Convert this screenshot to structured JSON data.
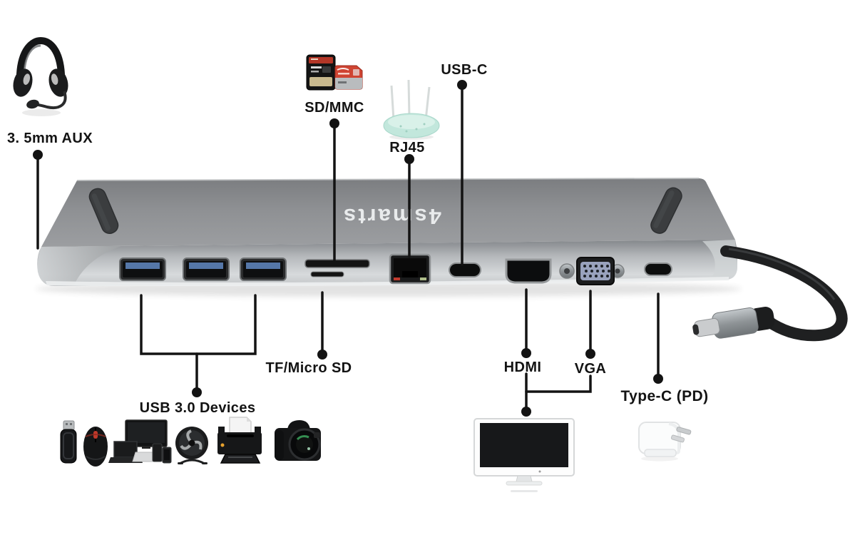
{
  "brand": {
    "watermark": "4smarts"
  },
  "labels": {
    "aux": "3. 5mm AUX",
    "sd_mmc": "SD/MMC",
    "rj45": "RJ45",
    "usb_c": "USB-C",
    "tf_micro_sd": "TF/Micro SD",
    "usb30_devices": "USB 3.0 Devices",
    "hdmi": "HDMI",
    "vga": "VGA",
    "type_c_pd": "Type-C (PD)"
  },
  "icons": [
    "headset-icon",
    "sd-card-icon",
    "micro-sd-card-icon",
    "router-icon",
    "usb-flash-drive-icon",
    "mouse-icon",
    "computer-devices-icon",
    "fan-icon",
    "printer-icon",
    "camera-icon",
    "monitor-icon",
    "power-adapter-icon",
    "usb-c-cable-plug-icon"
  ],
  "colors": {
    "annotation": "#131313",
    "hub_top": "#8e9093",
    "hub_front": "#c6c9cb",
    "rubber_strip": "#3b3d3f",
    "watermark_white": "#eef0f1",
    "router_teal": "#c2e7dc",
    "usb_port_blue": "#5577a8",
    "sd_card_black": "#141414",
    "sd_card_red": "#cf4432",
    "sd_label_gold": "#c9b98e",
    "vga_face": "#99a2bd",
    "rj45_led_red": "#c03a2e",
    "rj45_led_green": "#aebd8a"
  }
}
